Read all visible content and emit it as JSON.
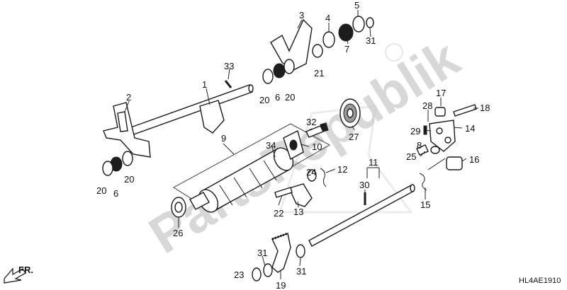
{
  "diagram_code": "HL4AE1910",
  "direction_label": "FR.",
  "watermark_text": "PartsRepublik",
  "callouts": {
    "c1": "1",
    "c2": "2",
    "c3": "3",
    "c4": "4",
    "c5": "5",
    "c6a": "6",
    "c6b": "6",
    "c7": "7",
    "c8": "8",
    "c9": "9",
    "c10": "10",
    "c11": "11",
    "c12": "12",
    "c13": "13",
    "c14": "14",
    "c15": "15",
    "c16": "16",
    "c17": "17",
    "c18": "18",
    "c19": "19",
    "c20a": "20",
    "c20b": "20",
    "c20c": "20",
    "c20d": "20",
    "c21": "21",
    "c22": "22",
    "c23": "23",
    "c24": "24",
    "c25": "25",
    "c26": "26",
    "c27": "27",
    "c28": "28",
    "c29": "29",
    "c30": "30",
    "c31a": "31",
    "c31b": "31",
    "c31c": "31",
    "c32": "32",
    "c33": "33",
    "c34": "34"
  }
}
